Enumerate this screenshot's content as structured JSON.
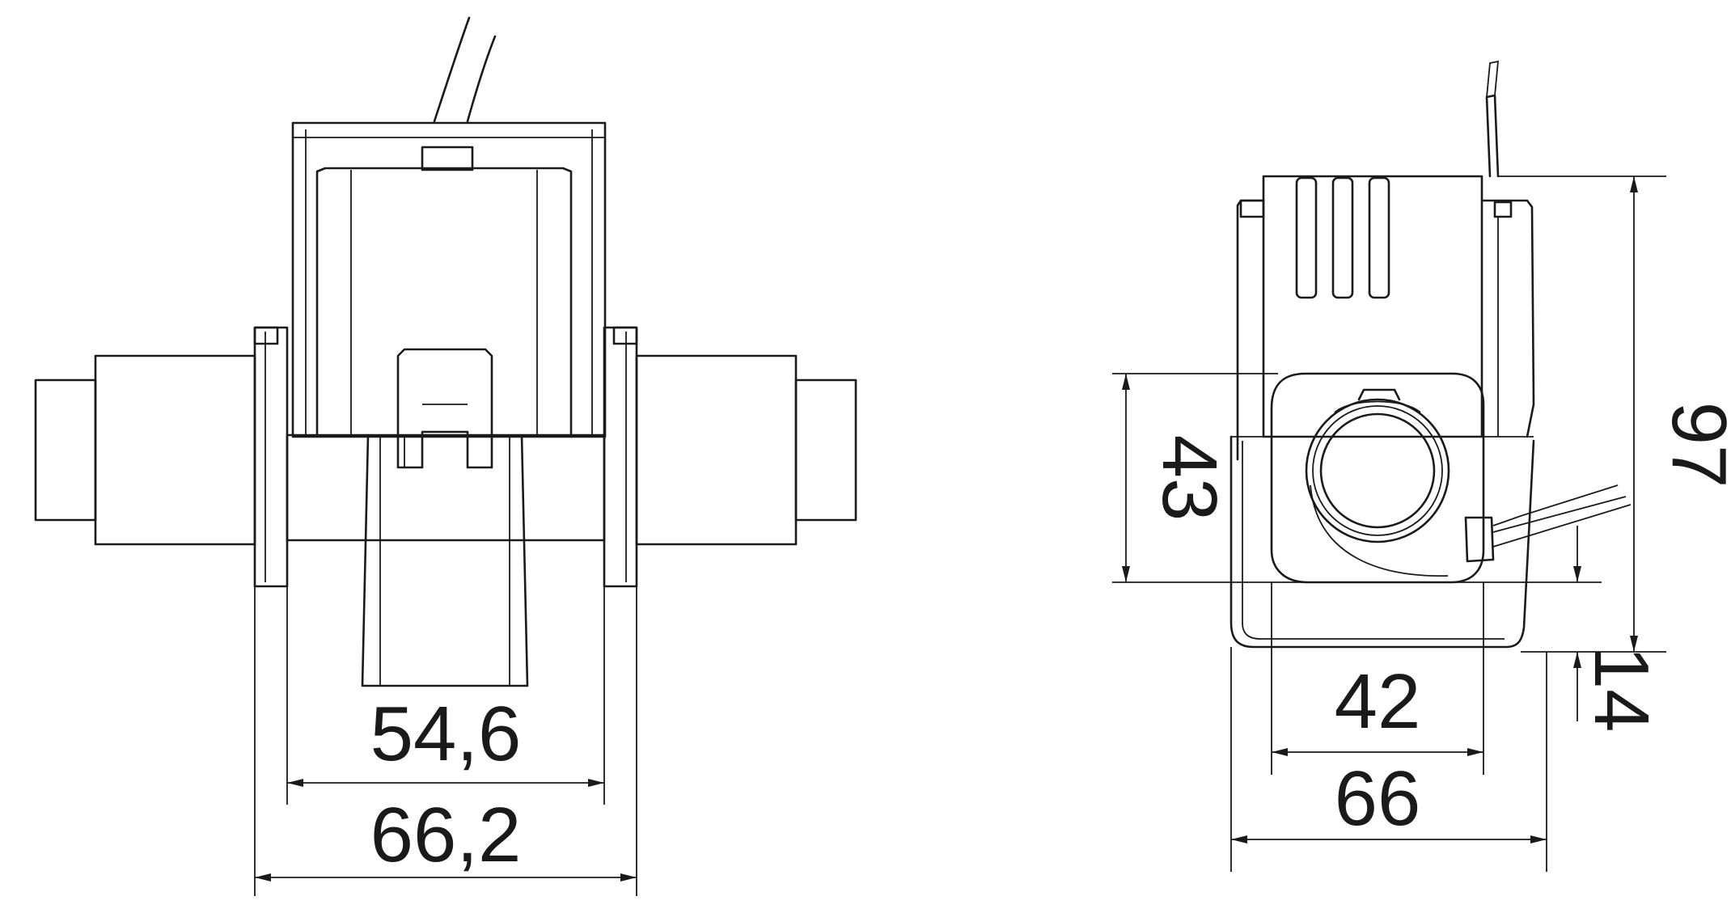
{
  "drawing": {
    "front_view": {
      "dimensions": {
        "inner_width": "54,6",
        "outer_width": "66,2"
      }
    },
    "side_view": {
      "dimensions": {
        "total_height": "97",
        "aperture_height": "43",
        "aperture_width": "42",
        "body_width": "66",
        "base_offset": "14"
      }
    },
    "colors": {
      "line": "#1a1a1a",
      "background": "#ffffff"
    }
  }
}
